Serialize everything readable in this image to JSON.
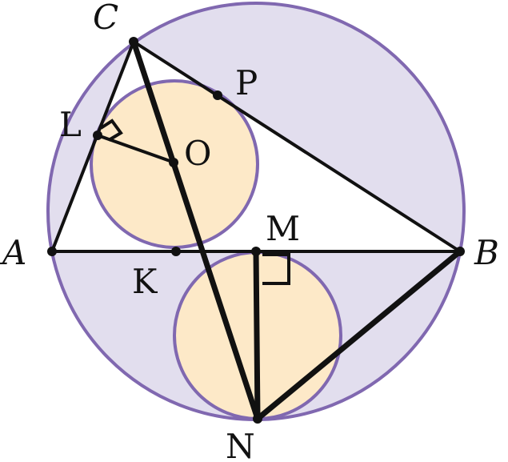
{
  "colors": {
    "circle_fill": "#e2deee",
    "circle_stroke": "#8068b0",
    "incircle_fill": "#fde9c8",
    "triangle_fill": "#ffffff",
    "line": "#111111"
  },
  "labels": {
    "A": "A",
    "B": "B",
    "C": "C",
    "P": "P",
    "L": "L",
    "O": "O",
    "M": "M",
    "K": "K",
    "N": "N"
  }
}
